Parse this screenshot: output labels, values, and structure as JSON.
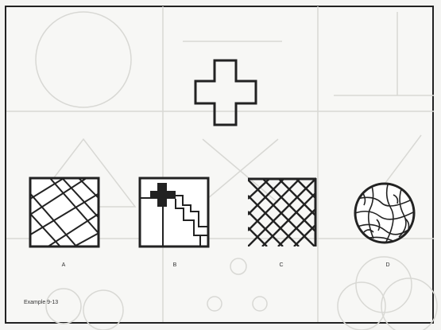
{
  "options": [
    {
      "letter": "A"
    },
    {
      "letter": "B"
    },
    {
      "letter": "C"
    },
    {
      "letter": "D"
    }
  ],
  "example_label": "Example 9-13",
  "colors": {
    "ink": "#222222",
    "faint_background_lines": "#d6d6d2",
    "paper": "#f7f7f5"
  }
}
